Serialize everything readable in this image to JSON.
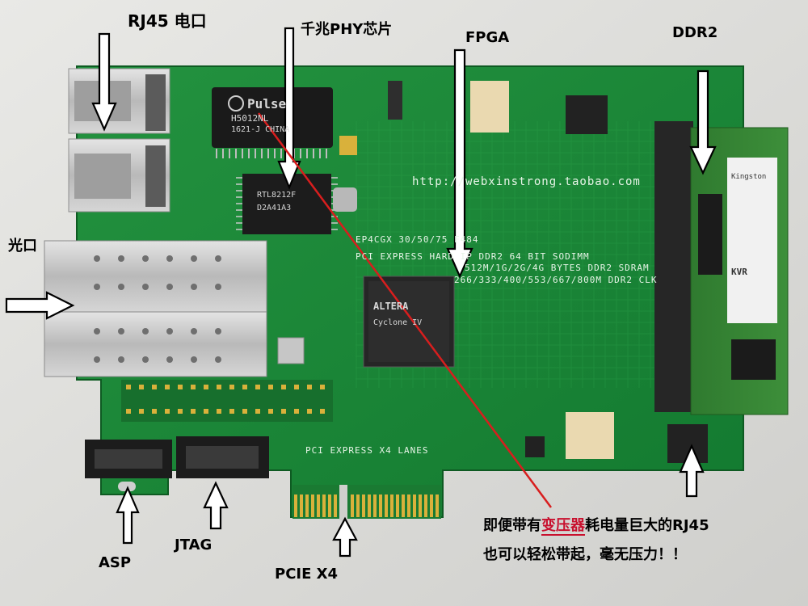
{
  "labels": {
    "rj45": "RJ45 电口",
    "phy": "千兆PHY芯片",
    "fpga": "FPGA",
    "ddr2": "DDR2",
    "optical": "光口",
    "asp": "ASP",
    "jtag": "JTAG",
    "pcie": "PCIE X4"
  },
  "silkscreen": {
    "url": "http://webxinstrong.taobao.com",
    "line1": "EP4CGX 30/50/75 F484",
    "line2": "PCI EXPRESS HARD IP    DDR2 64 BIT SODIMM",
    "line3": "512M/1G/2G/4G BYTES DDR2 SDRAM",
    "line4": "266/333/400/553/667/800M DDR2 CLK",
    "lanes": "PCI EXPRESS X4 LANES"
  },
  "chips": {
    "pulse_brand": "Pulse",
    "pulse_part": "H5012NL",
    "pulse_code": "1621-J CHINA",
    "phy_part": "RTL8212F",
    "phy_code": "D2A41A3",
    "fpga_brand": "ALTERA",
    "fpga_family": "Cyclone IV",
    "ram_brand": "Kingston",
    "ram_model": "KVR"
  },
  "annotation": {
    "line1_pre": "即便带有",
    "line1_hl": "变压器",
    "line1_post": "耗电量巨大的RJ45",
    "line2": "也可以轻松带起，毫无压力！！"
  },
  "colors": {
    "board": "#1f8a3a",
    "board_dark": "#146a2a",
    "red_line": "#d81e1e",
    "highlight": "#c8102e"
  }
}
